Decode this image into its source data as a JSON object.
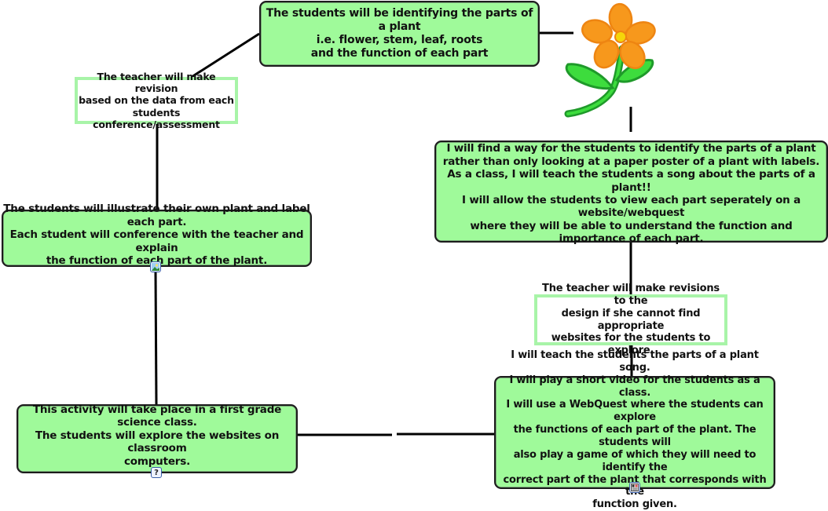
{
  "diagram": {
    "type": "concept-map",
    "colors": {
      "node_fill": "#9ffa9a",
      "node_border": "#1c1c1c",
      "note_border": "#a8f4a8",
      "note_fill": "#ffffff",
      "connector": "#000000",
      "attachment_border": "#3a5fa8",
      "flower_petal": "#f7981c",
      "flower_center": "#f5d60a",
      "leaf": "#3ddc3d",
      "leaf_outline": "#1f9a2a"
    },
    "nodes": {
      "objective": {
        "text": "The students will be identifying the parts of a plant\ni.e. flower, stem, leaf, roots\nand the function of each part"
      },
      "design": {
        "text": "I will find a way for the students to identify the parts of a plant\nrather than only looking at a paper poster of a plant with labels.\nAs a class, I will teach the students a song about the parts of a plant!!\nI will allow the students to view each part seperately on a website/webquest\nwhere they will be able to understand the function and importance of each part."
      },
      "design_revision_note": {
        "text": "The teacher will make revisions to the\ndesign if she cannot find appropriate\nwebsites for the students to explore."
      },
      "activities": {
        "text": "I will teach the students the parts of a plant song.\nI will play a short video for the students as a class.\nI will use a WebQuest where the students can explore\nthe functions of each part of the plant. The students will\nalso play a game of which they will need to identify the\ncorrect part of the plant that corresponds with the\nfunction given.",
        "attachment_icon": "document-icon"
      },
      "setting": {
        "text": "This activity will take place in a first grade science class.\nThe students will explore the websites on classroom\ncomputers.",
        "attachment_icon": "help-document-icon",
        "attachment_glyph": "?"
      },
      "assessment": {
        "text": "The students will illustrate their own plant and label each part.\nEach student will conference with the teacher and explain\nthe function of each part of the plant.",
        "attachment_icon": "image-icon"
      },
      "assessment_revision_note": {
        "text": "The teacher will make revision\nbased on the data from each\nstudents conference/assessment"
      }
    },
    "image": {
      "name": "flower-clipart",
      "description": "orange flower with green leaves"
    },
    "connections": [
      {
        "from": "objective",
        "to": "flower-clipart"
      },
      {
        "from": "flower-clipart",
        "to": "design"
      },
      {
        "from": "design",
        "to": "design_revision_note"
      },
      {
        "from": "design_revision_note",
        "to": "activities"
      },
      {
        "from": "activities",
        "to": "setting"
      },
      {
        "from": "setting",
        "to": "assessment"
      },
      {
        "from": "assessment",
        "to": "assessment_revision_note"
      },
      {
        "from": "assessment_revision_note",
        "to": "objective"
      }
    ]
  }
}
